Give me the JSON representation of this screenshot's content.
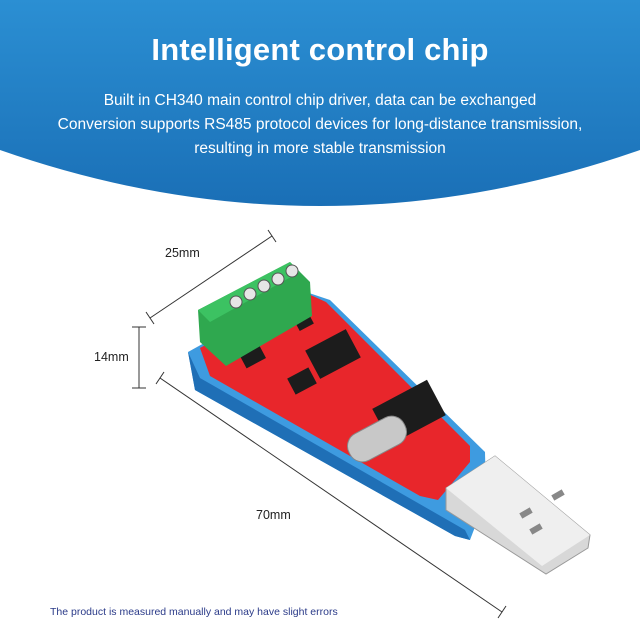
{
  "title": "Intelligent control chip",
  "subtitle_lines": [
    "Built in CH340 main control chip driver, data can be exchanged",
    "Conversion supports RS485 protocol devices for long-distance transmission,",
    "resulting in more stable transmission"
  ],
  "dimensions": {
    "width": "25mm",
    "height": "14mm",
    "length": "70mm"
  },
  "footnote": "The product is measured manually and may have slight errors",
  "colors": {
    "banner": "#1f7fc4",
    "pcb": "#e8262b",
    "terminal": "#2fa84f",
    "case": "#3e9be0"
  }
}
